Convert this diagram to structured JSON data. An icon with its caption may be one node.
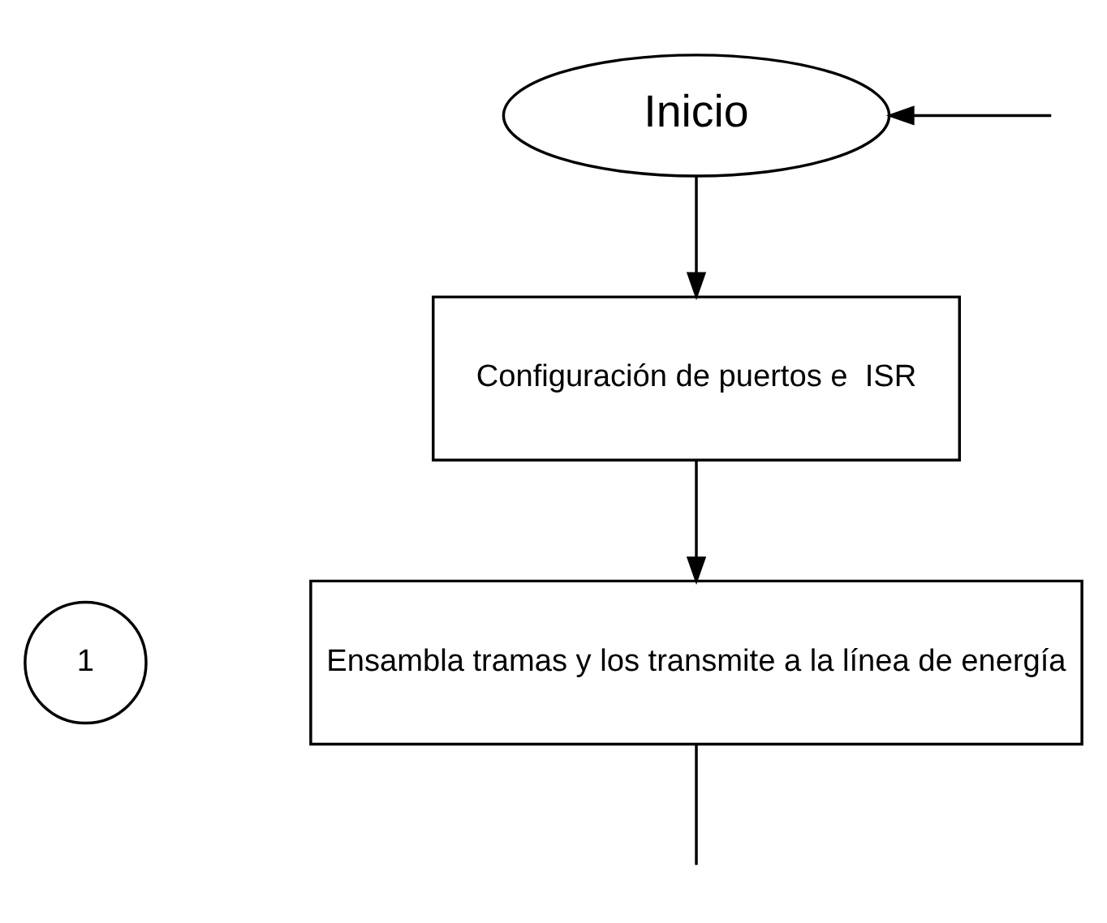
{
  "diagram": {
    "nodes": [
      {
        "text": [
          "Inicio"
        ]
      },
      {
        "text": [
          "Configuración de puertos e  ISR"
        ]
      },
      {
        "text": [
          "Ensambla tramas y los transmite a la línea de energía"
        ]
      },
      {
        "text": [
          "1"
        ]
      }
    ],
    "edges": [
      {
        "from": 0,
        "to": 1,
        "arrow": "to"
      },
      {
        "from": 1,
        "to": 2,
        "arrow": "to"
      },
      {
        "from": 2,
        "to": null,
        "arrow": "none"
      },
      {
        "from": null,
        "to": 0,
        "arrow": "to"
      }
    ]
  }
}
